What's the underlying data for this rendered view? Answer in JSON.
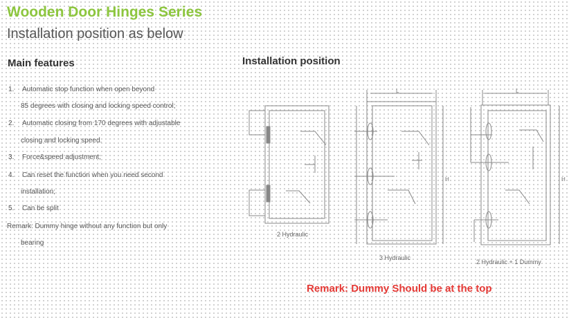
{
  "title": "Wooden Door Hinges Series",
  "subtitle": "Installation position as below",
  "features": {
    "heading": "Main features",
    "lines": [
      {
        "num": "1.",
        "text": "Automatic stop function when open beyond"
      },
      {
        "num": "",
        "text": "85 degrees with closing and locking speed control;"
      },
      {
        "num": "2.",
        "text": "Automatic closing from 170 degrees with adjustable"
      },
      {
        "num": "",
        "text": "closing and locking speed."
      },
      {
        "num": "3.",
        "text": "Force&speed adjustment;"
      },
      {
        "num": "4.",
        "text": "Can reset the function when you need second"
      },
      {
        "num": "",
        "text": "installation;"
      },
      {
        "num": "5.",
        "text": "Can be split"
      }
    ],
    "remark_line1": "Remark: Dummy hinge without any function but only",
    "remark_line2": "bearing"
  },
  "installation": {
    "heading": "Installation position",
    "captions": [
      "2 Hydraulic",
      "3 Hydraulic",
      "2 Hydraulic + 1 Dummy"
    ],
    "dim_width": "L",
    "dim_height": "H"
  },
  "remark": "Remark: Dummy Should be at the top"
}
